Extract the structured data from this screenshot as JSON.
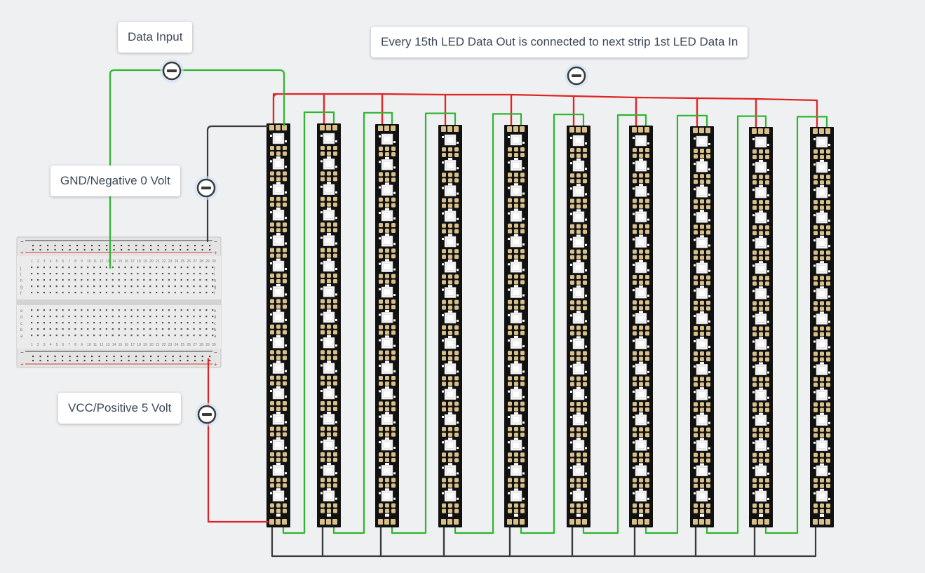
{
  "annotations": {
    "data_input": "Data Input",
    "strip_note": "Every 15th LED Data Out is connected to next strip 1st LED Data In",
    "gnd": "GND/Negative 0 Volt",
    "vcc": "VCC/Positive 5 Volt"
  },
  "breadboard": {
    "column_numbers": [
      "1",
      "2",
      "3",
      "4",
      "5",
      "6",
      "7",
      "8",
      "9",
      "10",
      "11",
      "12",
      "13",
      "14",
      "15",
      "16",
      "17",
      "18",
      "19",
      "20",
      "21",
      "22",
      "23",
      "24",
      "25",
      "26",
      "27",
      "28",
      "29",
      "30"
    ],
    "upper_rows": [
      "j",
      "i",
      "h",
      "g",
      "f"
    ],
    "lower_rows": [
      "e",
      "d",
      "c",
      "b",
      "a"
    ],
    "rail_minus": "−",
    "rail_plus": "+"
  },
  "led_strips": {
    "count": 10,
    "leds_per_strip": 15
  },
  "colors": {
    "background": "#eef0f2",
    "power_wire": "#e02424",
    "ground_wire": "#3a3a3a",
    "data_wire": "#2fb52f",
    "strip_pcb": "#111111",
    "led_body": "#f4f4f4",
    "pad": "#d9c08a",
    "marker": "#3a3a3a"
  }
}
